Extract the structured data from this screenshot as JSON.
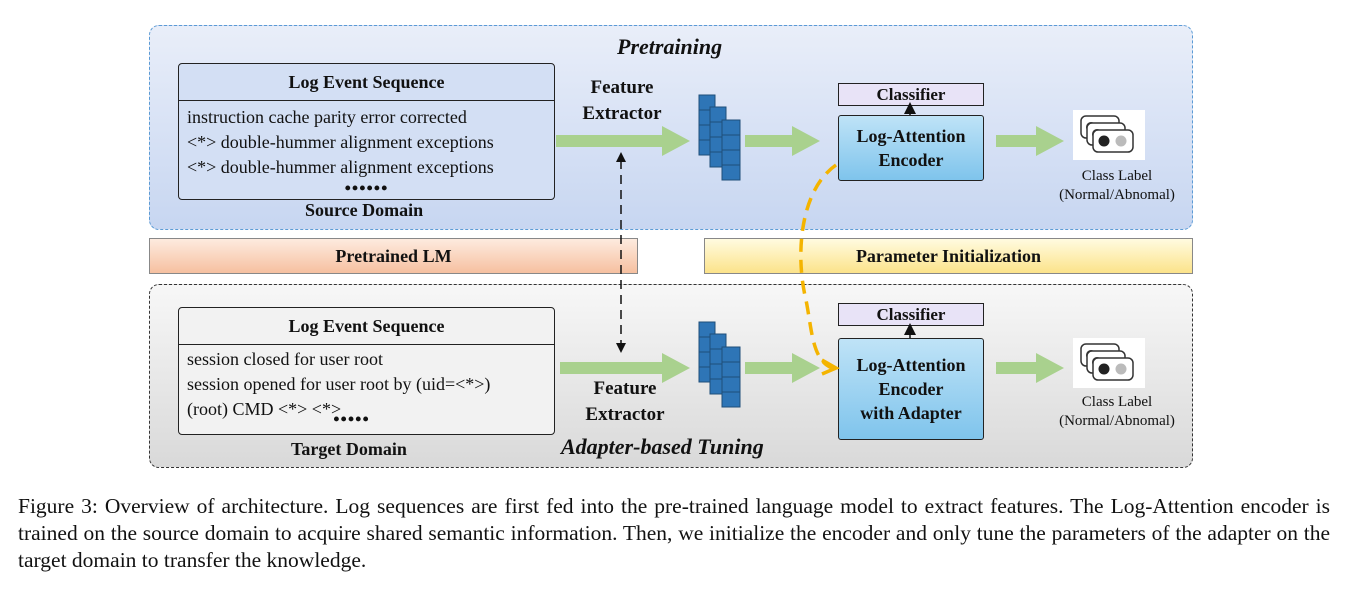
{
  "pretraining": {
    "title": "Pretraining",
    "log_box": {
      "header": "Log Event Sequence",
      "lines": [
        "instruction cache parity error corrected",
        "<*> double-hummer alignment exceptions",
        "<*> double-hummer alignment exceptions"
      ],
      "ellipsis": "••••••"
    },
    "domain_label": "Source Domain",
    "feature_extractor": [
      "Feature",
      "Extractor"
    ],
    "classifier": "Classifier",
    "encoder": [
      "Log-Attention",
      "Encoder"
    ],
    "class_label": [
      "Class Label",
      "(Normal/Abnomal)"
    ]
  },
  "middle": {
    "pretrained_lm": "Pretrained   LM",
    "param_init": "Parameter Initialization"
  },
  "tuning": {
    "title": "Adapter-based Tuning",
    "log_box": {
      "header": "Log Event Sequence",
      "lines": [
        "session closed for user root",
        "session opened for user root by (uid=<*>)",
        "(root) CMD <*> <*>"
      ],
      "ellipsis": "•••••"
    },
    "domain_label": "Target Domain",
    "feature_extractor": [
      "Feature",
      "Extractor"
    ],
    "classifier": "Classifier",
    "encoder": [
      "Log-Attention",
      "Encoder",
      "with Adapter"
    ],
    "class_label": [
      "Class Label",
      "(Normal/Abnomal)"
    ]
  },
  "colors": {
    "arrow_green": "#a9d18e",
    "dashed_orange": "#f4b400",
    "stack_blue": "#2e75b6",
    "top_panel_border": "#5b9bd5"
  },
  "caption": "Figure 3: Overview of architecture. Log sequences are first fed into the pre-trained language model to extract features. The Log-Attention encoder is trained on the source domain to acquire shared semantic information. Then, we initialize the encoder and only tune the parameters of the adapter on the target domain to transfer the knowledge."
}
